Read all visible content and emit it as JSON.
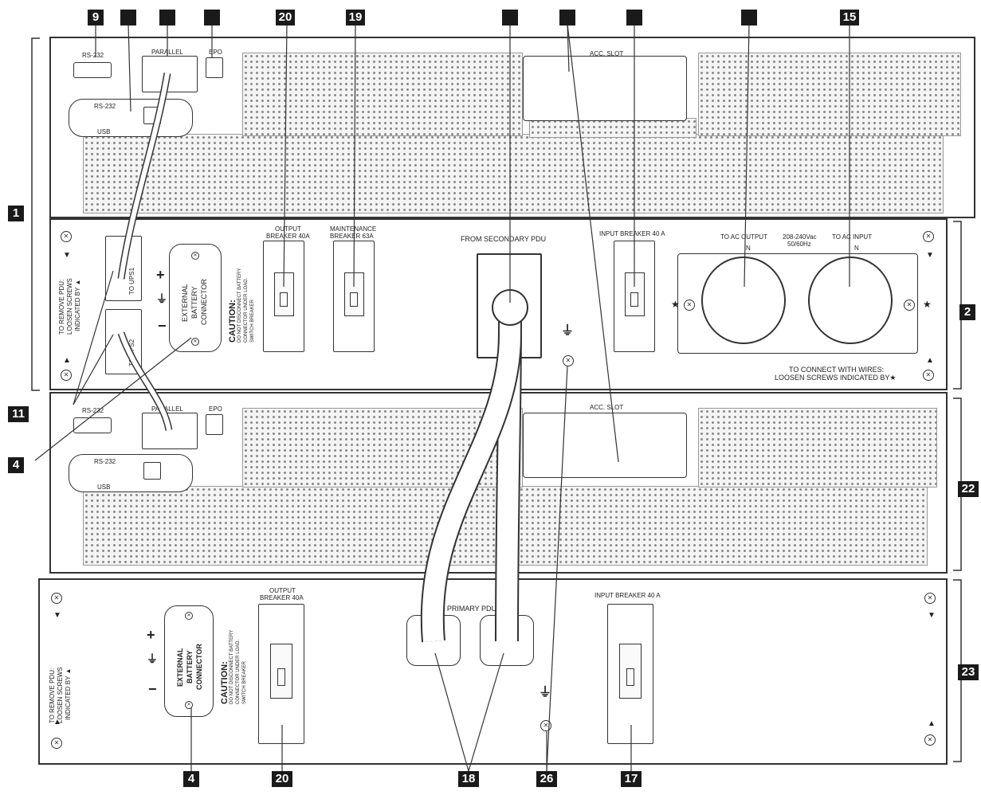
{
  "callouts": {
    "c1": "1",
    "c2": "2",
    "c4a": "4",
    "c4b": "4",
    "c9": "9",
    "c11": "11",
    "c15": "15",
    "c17": "17",
    "c18": "18",
    "c19": "19",
    "c20a": "20",
    "c20b": "20",
    "c22": "22",
    "c23": "23",
    "c26": "26"
  },
  "top_ups": {
    "rs232": "RS-232",
    "parallel": "PARALLEL",
    "epo": "EPO",
    "rs232_small": "RS-232",
    "usb": "USB",
    "acc_slot": "ACC. SLOT"
  },
  "primary_pdu": {
    "remove_note_1": "TO REMOVE PDU:",
    "remove_note_2": "LOOSEN SCREWS",
    "remove_note_3": "INDICATED BY ▲",
    "to_ups1": "TO UPS1",
    "to_ups2": "TO UPS2",
    "plus": "+",
    "minus": "−",
    "ground": "⏚",
    "ext_batt_1": "EXTERNAL",
    "ext_batt_2": "BATTERY",
    "ext_batt_3": "CONNECTOR",
    "caution_title": "CAUTION:",
    "caution_body_1": "DO NOT DISCONNECT BATTERY",
    "caution_body_2": "CONNECTOR UNDER LOAD.",
    "caution_body_3": "SWITCH BREAKER",
    "output_breaker_1": "OUTPUT",
    "output_breaker_2": "BREAKER 40A",
    "maint_breaker_1": "MAINTENANCE",
    "maint_breaker_2": "BREAKER 63A",
    "from_secondary": "FROM SECONDARY PDU",
    "input_breaker": "INPUT BREAKER 40 A",
    "to_ac_output": "TO AC OUTPUT",
    "voltage_1": "208-240Vac",
    "voltage_2": "50/60Hz",
    "to_ac_input": "TO AC INPUT",
    "n_out": "N",
    "n_in": "N",
    "wire_note_1": "TO CONNECT WITH WIRES:",
    "wire_note_2": "LOOSEN SCREWS INDICATED BY★"
  },
  "bottom_ups": {
    "rs232": "RS-232",
    "parallel": "PARALLEL",
    "epo": "EPO",
    "rs232_small": "RS-232",
    "usb": "USB",
    "acc_slot": "ACC. SLOT"
  },
  "secondary_pdu": {
    "remove_note_1": "TO REMOVE PDU:",
    "remove_note_2": "LOOSEN SCREWS",
    "remove_note_3": "INDICATED BY ▲",
    "plus": "+",
    "minus": "−",
    "ext_batt_1": "EXTERNAL",
    "ext_batt_2": "BATTERY",
    "ext_batt_3": "CONNECTOR",
    "caution_title": "CAUTION:",
    "caution_body_1": "DO NOT DISCONNECT BATTERY",
    "caution_body_2": "CONNECTOR UNDER LOAD.",
    "caution_body_3": "SWITCH BREAKER",
    "output_breaker_1": "OUTPUT",
    "output_breaker_2": "BREAKER 40A",
    "to_primary": "TO PRIMARY PDU",
    "input_breaker": "INPUT BREAKER 40 A"
  }
}
